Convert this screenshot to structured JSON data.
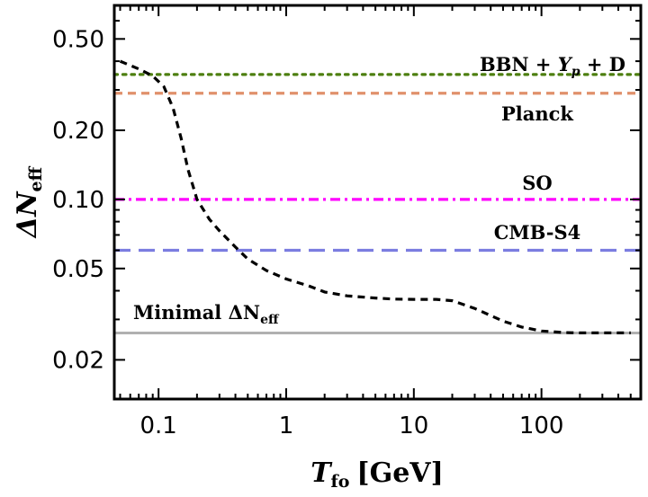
{
  "chart_data": {
    "type": "line",
    "xscale": "log",
    "yscale": "log",
    "xlim": [
      0.045,
      600
    ],
    "ylim": [
      0.0135,
      0.7
    ],
    "x_ticks": [
      0.1,
      1,
      10,
      100
    ],
    "x_tick_labels": [
      "0.1",
      "1",
      "10",
      "100"
    ],
    "y_ticks": [
      0.02,
      0.05,
      0.1,
      0.2,
      0.5
    ],
    "y_tick_labels": [
      "0.02",
      "0.05",
      "0.10",
      "0.20",
      "0.50"
    ],
    "xlabel": {
      "main": "T",
      "sub": "fo",
      "unit": "[GeV]"
    },
    "ylabel": {
      "main": "ΔN",
      "sub": "eff"
    },
    "grid": false,
    "legend": "none",
    "curve": {
      "style": "dashed",
      "color": "#000000",
      "x": [
        0.05,
        0.07,
        0.09,
        0.11,
        0.13,
        0.15,
        0.17,
        0.2,
        0.25,
        0.3,
        0.4,
        0.5,
        0.7,
        1,
        1.5,
        2,
        3,
        5,
        7,
        10,
        15,
        20,
        30,
        50,
        70,
        100,
        150,
        200,
        300,
        500
      ],
      "y": [
        0.4,
        0.37,
        0.345,
        0.31,
        0.25,
        0.185,
        0.135,
        0.1,
        0.082,
        0.073,
        0.062,
        0.055,
        0.049,
        0.045,
        0.042,
        0.0395,
        0.038,
        0.0372,
        0.0368,
        0.0367,
        0.0367,
        0.0362,
        0.0335,
        0.0295,
        0.0278,
        0.0267,
        0.0263,
        0.0262,
        0.0262,
        0.0262
      ]
    },
    "lines": [
      {
        "label_main": "BBN + ",
        "label_yp": "Y",
        "label_yp_sub": "p",
        "label_tail": " + D",
        "y": 0.35,
        "color": "#4d7f0f",
        "style": "dotted"
      },
      {
        "label": "Planck",
        "y": 0.29,
        "color": "#e0906b",
        "style": "dashed"
      },
      {
        "label": "SO",
        "y": 0.1,
        "color": "#ff00ff",
        "style": "dashdot"
      },
      {
        "label": "CMB-S4",
        "y": 0.06,
        "color": "#7b7de0",
        "style": "longdash"
      },
      {
        "label_main": "Minimal ΔN",
        "label_sub": "eff",
        "y": 0.0262,
        "color": "#b0b0b0",
        "style": "solid"
      }
    ]
  }
}
